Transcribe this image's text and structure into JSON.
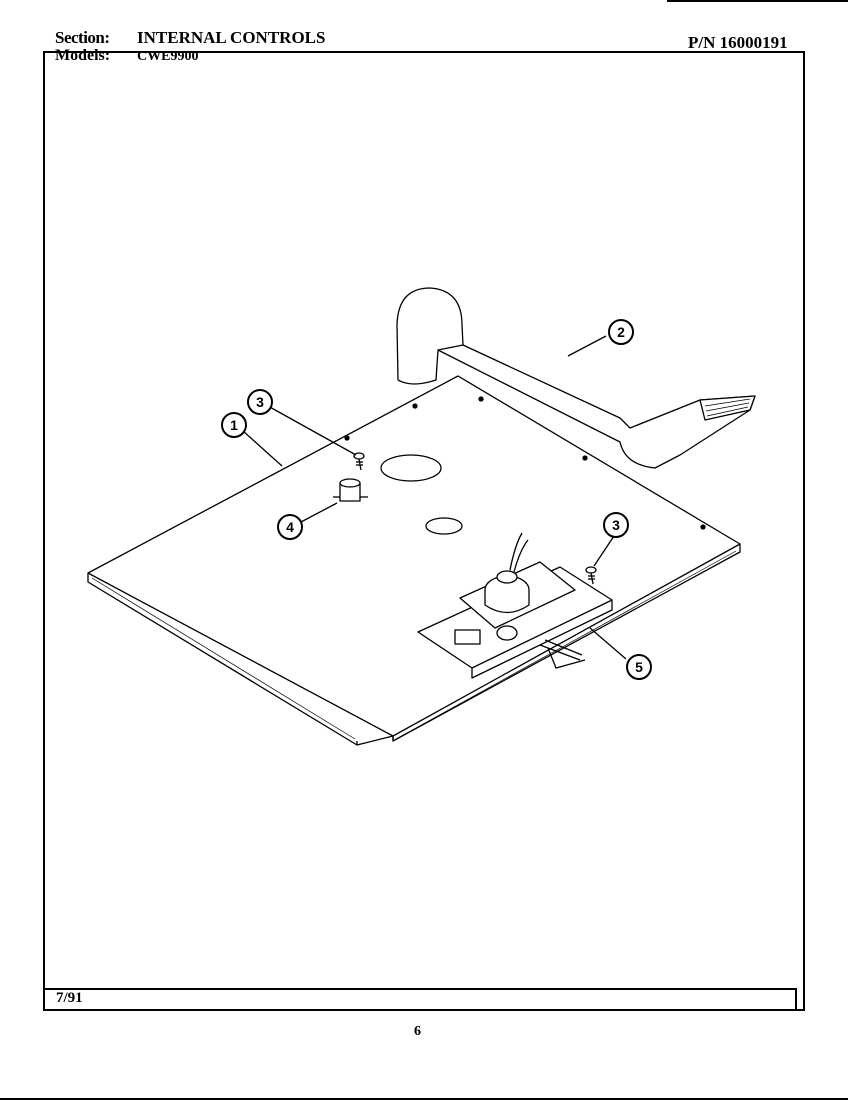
{
  "header": {
    "section_label": "Section:",
    "section_value": "INTERNAL CONTROLS",
    "part_number": "P/N 16000191",
    "models_label": "Models:",
    "models_value": "CWE9900"
  },
  "footer": {
    "date": "7/91",
    "page_number": "6"
  },
  "callouts": [
    {
      "id": "callout-1",
      "label": "1"
    },
    {
      "id": "callout-2",
      "label": "2"
    },
    {
      "id": "callout-3a",
      "label": "3"
    },
    {
      "id": "callout-3b",
      "label": "3"
    },
    {
      "id": "callout-4",
      "label": "4"
    },
    {
      "id": "callout-5",
      "label": "5"
    }
  ]
}
